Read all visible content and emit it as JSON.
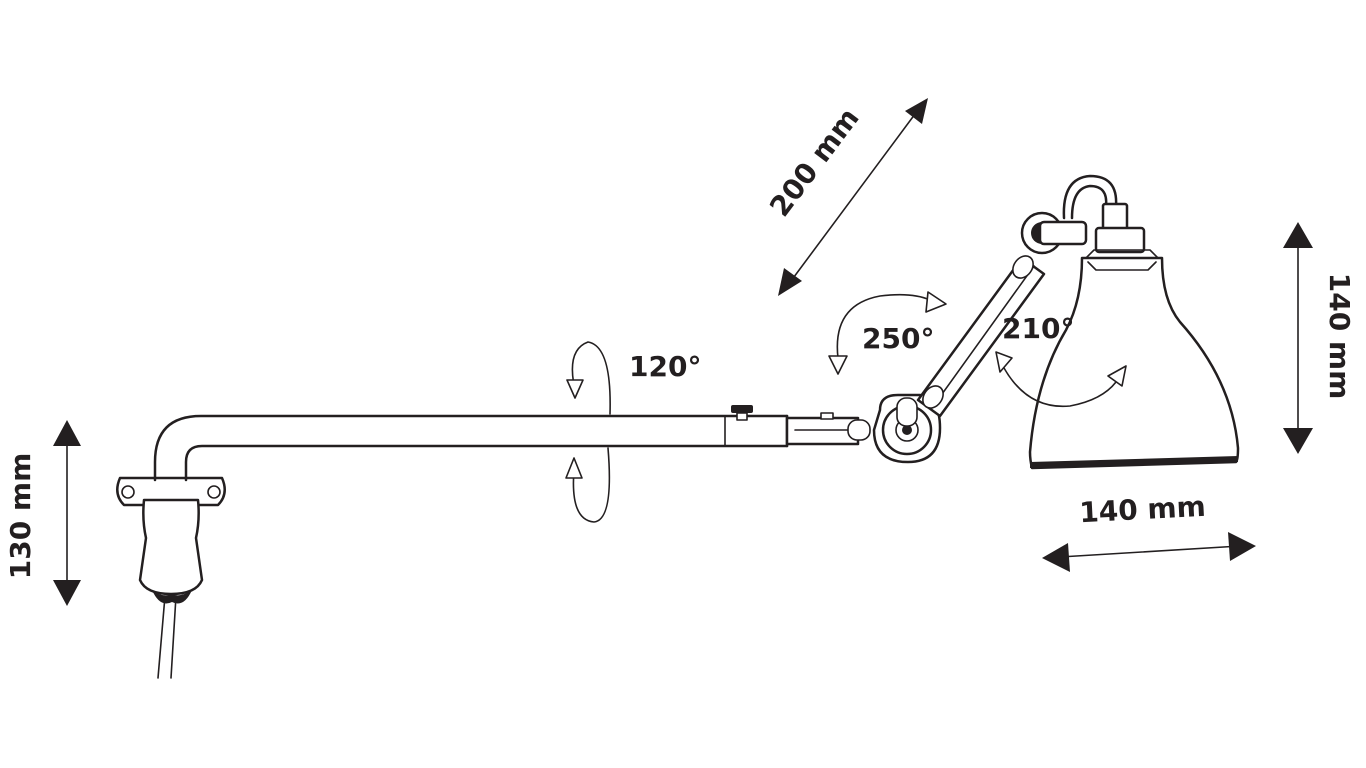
{
  "dimensions": {
    "arm_length": "200 mm",
    "shade_height": "140 mm",
    "shade_diameter": "140 mm",
    "mount_height": "130 mm"
  },
  "rotations": {
    "arm_rotation": "120°",
    "elbow_joint": "250°",
    "shade_joint": "210°"
  },
  "colors": {
    "line": "#231f20",
    "background": "#ffffff"
  }
}
